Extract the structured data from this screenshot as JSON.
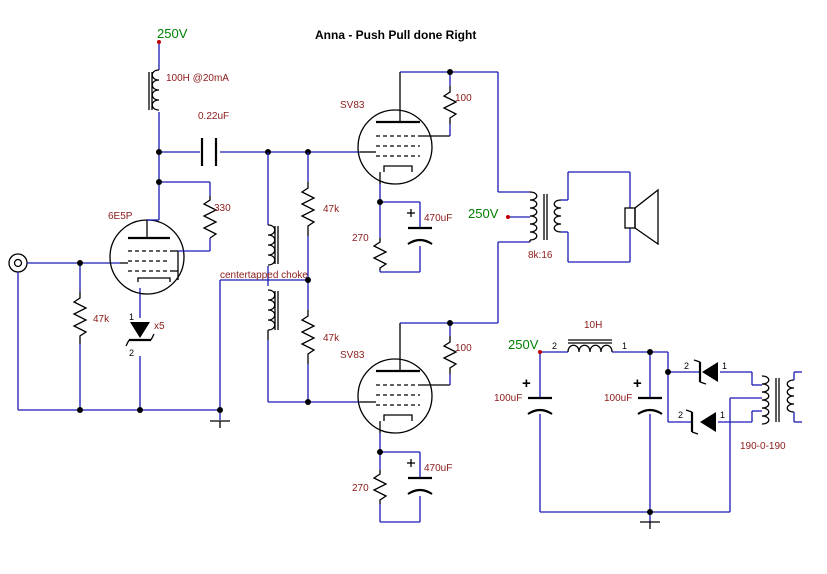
{
  "title": "Anna - Push Pull done Right",
  "labels": {
    "supply_top": "250V",
    "supply_opt": "250V",
    "supply_psu": "250V",
    "choke_100h": "100H @20mA",
    "coupling_cap": "0.22uF",
    "driver_tube": "6E5P",
    "driver_cathode_res": "330",
    "input_res": "47k",
    "led_ref": "x5",
    "led_pin1": "1",
    "led_pin2": "2",
    "grid_res_top": "47k",
    "grid_res_bottom": "47k",
    "ct_choke": "centertapped choke",
    "tube_top": "SV83",
    "tube_bottom": "SV83",
    "screen_res_top": "100",
    "screen_res_bottom": "100",
    "cathode_res_top": "270",
    "cathode_res_bottom": "270",
    "cathode_cap_top": "470uF",
    "cathode_cap_bottom": "470uF",
    "output_tx": "8k:16",
    "psu_choke": "10H",
    "psu_choke_pin2": "2",
    "psu_choke_pin1": "1",
    "psu_cap1": "100uF",
    "psu_cap2": "100uF",
    "diode1_pin2": "2",
    "diode1_pin1": "1",
    "diode2_pin2": "2",
    "diode2_pin1": "1",
    "power_tx": "190-0-190",
    "plus": "+"
  },
  "colors": {
    "wire": "#1a1ab4",
    "component": "#000000",
    "label": "#8b1a1a",
    "supply": "#008000",
    "pin": "#c00000"
  }
}
